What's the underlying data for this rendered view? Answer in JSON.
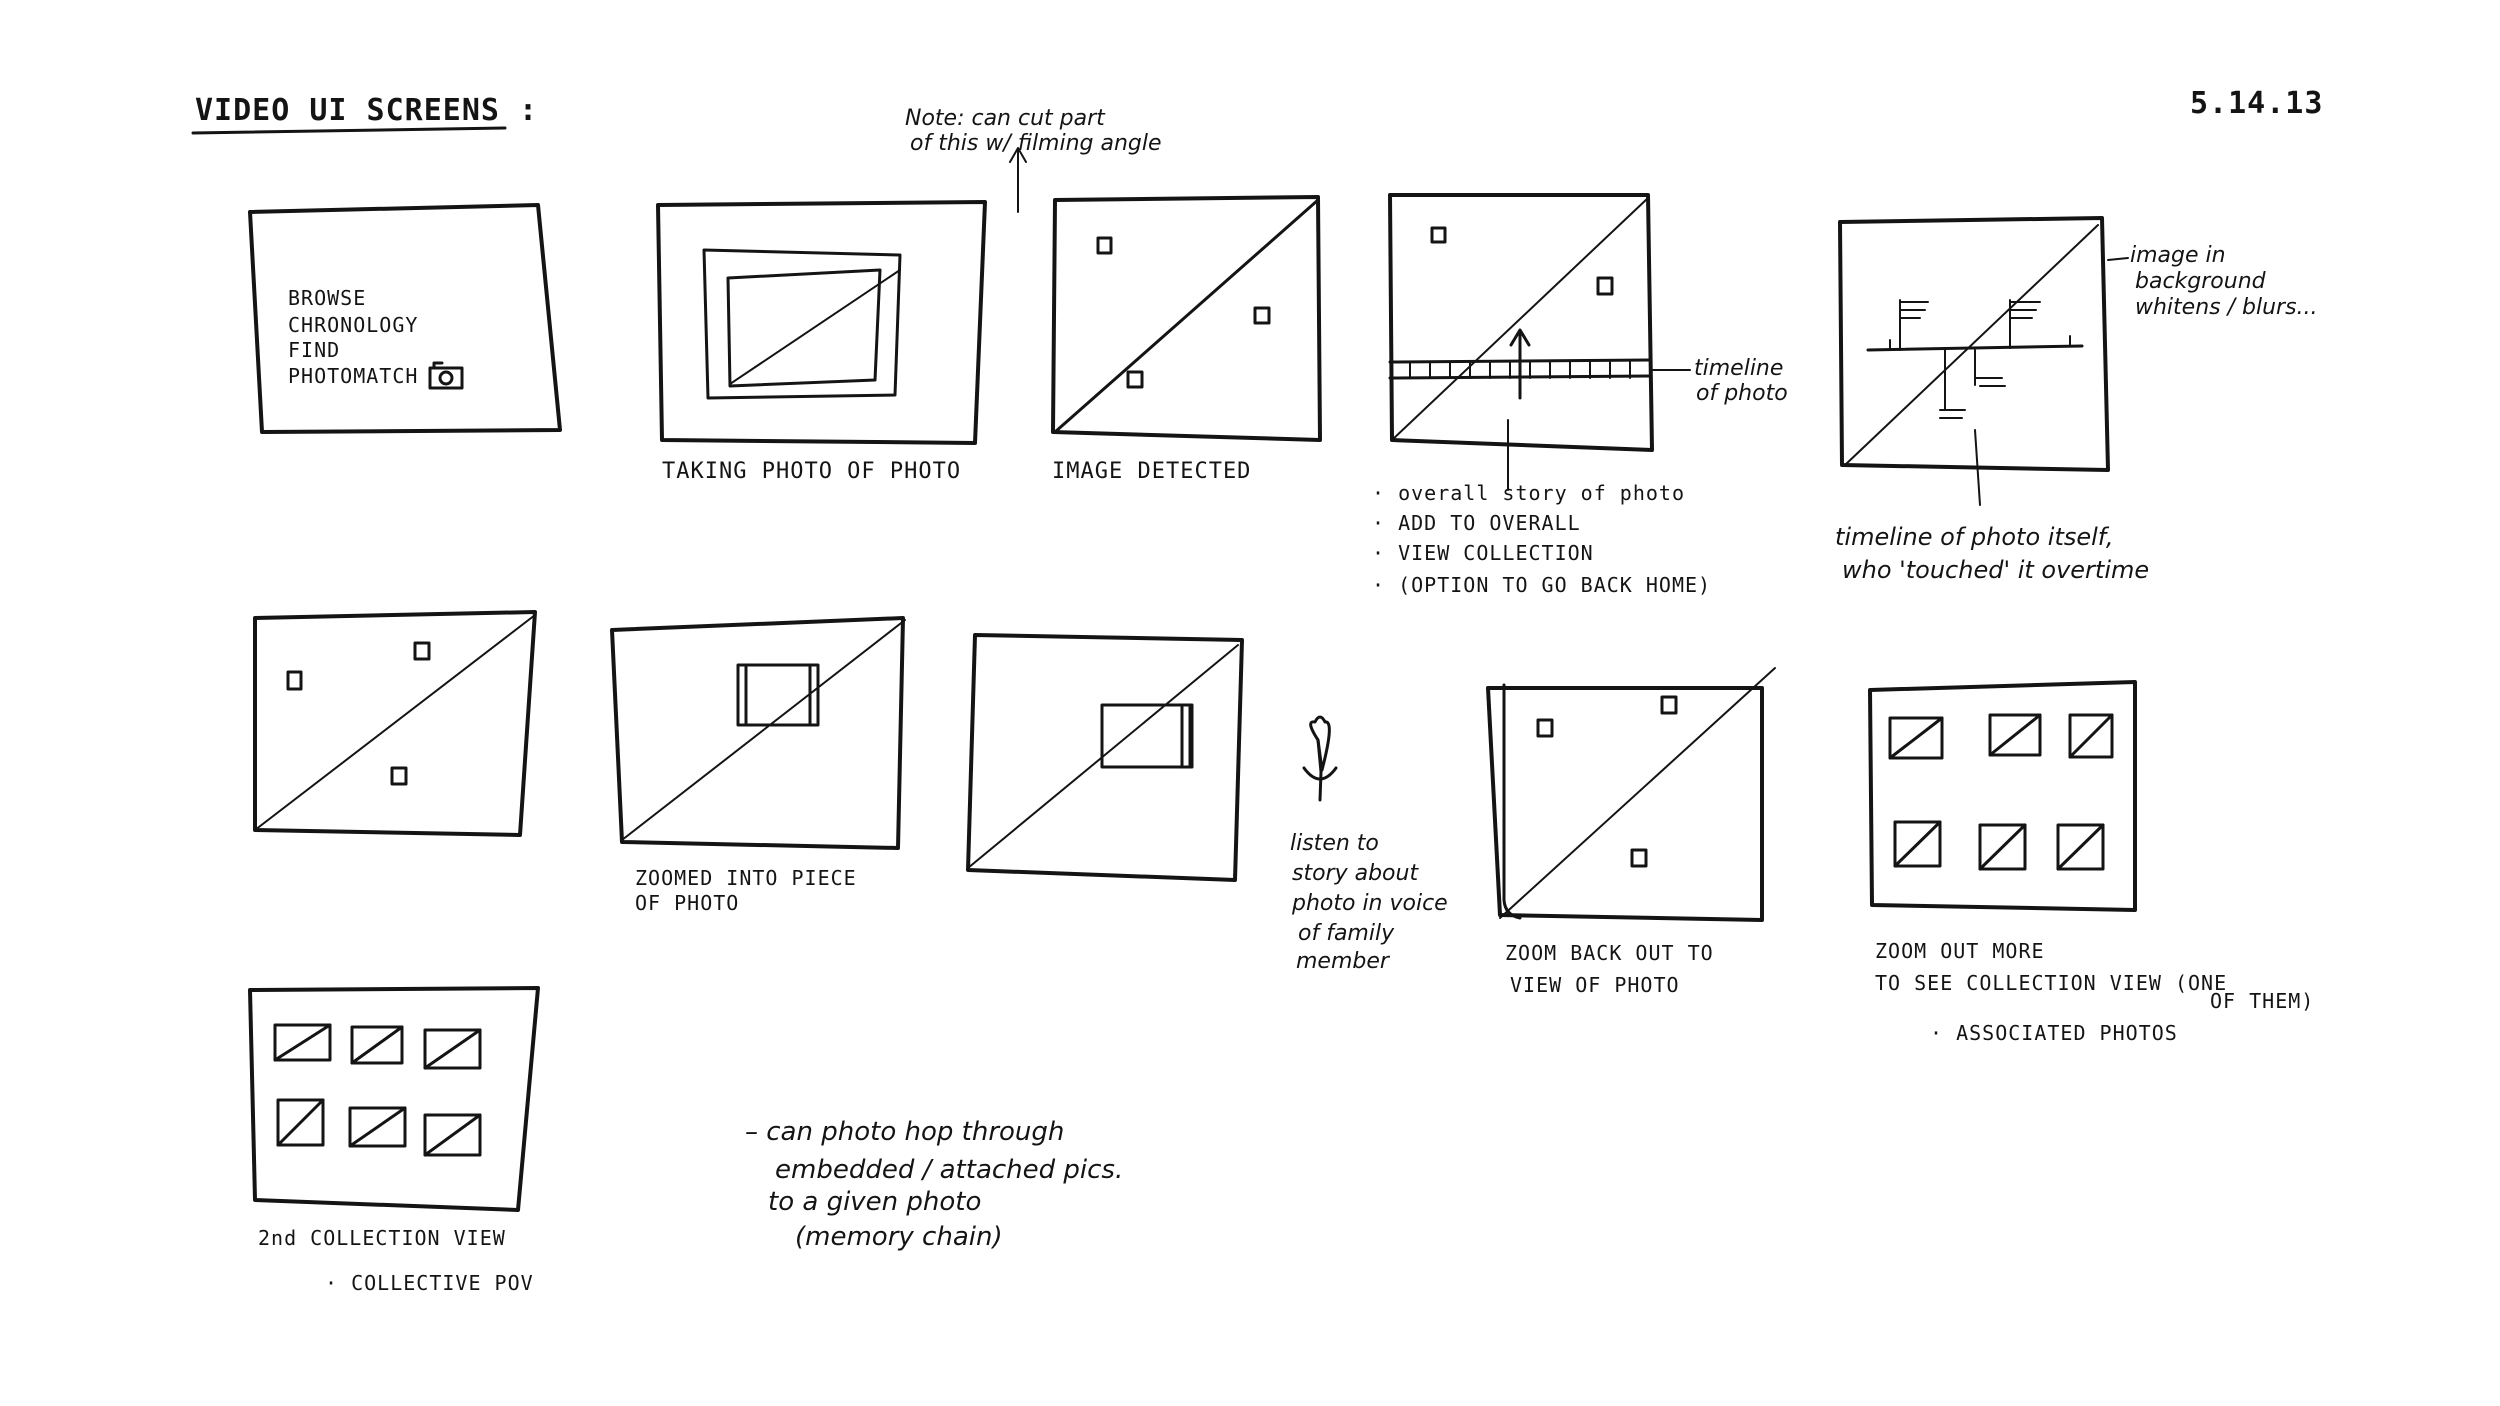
{
  "header": {
    "title": "VIDEO UI SCREENS :",
    "date": "5.14.13",
    "note_line1": "Note: can cut part",
    "note_line2": "of this w/ filming angle"
  },
  "screens": {
    "s1_menu": [
      "BROWSE",
      "CHRONOLOGY",
      "FIND",
      "PHOTOMATCH"
    ],
    "s2_caption": "TAKING PHOTO OF PHOTO",
    "s3_caption": "IMAGE DETECTED",
    "s4_timeline_label": [
      "timeline",
      "of photo"
    ],
    "s4_bullets": [
      "· overall story of photo",
      "· ADD TO OVERALL",
      "· VIEW COLLECTION",
      "· (OPTION TO GO BACK HOME)"
    ],
    "s5_annotation": [
      "image in",
      "background",
      "whitens / blurs..."
    ],
    "s5_caption": [
      "timeline of photo itself,",
      "who 'touched' it overtime"
    ],
    "s7_caption": [
      "ZOOMED INTO PIECE",
      "OF PHOTO"
    ],
    "mic_caption": [
      "listen to",
      "story about",
      "photo in voice",
      "of family",
      "member"
    ],
    "s9_caption": [
      "ZOOM BACK OUT TO",
      "VIEW OF PHOTO"
    ],
    "s10_caption": [
      "ZOOM OUT MORE",
      "TO SEE COLLECTION VIEW (ONE",
      "OF THEM)",
      "· ASSOCIATED PHOTOS"
    ],
    "s11_caption": [
      "2nd COLLECTION VIEW",
      "· COLLECTIVE POV"
    ],
    "free_note": [
      "– can photo hop through",
      "embedded / attached pics.",
      "to a given photo",
      "(memory chain)"
    ]
  }
}
